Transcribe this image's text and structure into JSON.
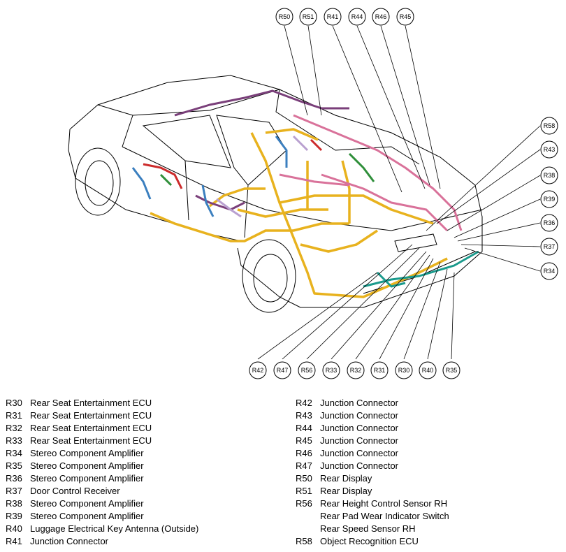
{
  "callouts": {
    "top": [
      "R50",
      "R51",
      "R41",
      "R44",
      "R46",
      "R45"
    ],
    "right": [
      "R58",
      "R43",
      "R38",
      "R39",
      "R36",
      "R37",
      "R34"
    ],
    "bottom": [
      "R42",
      "R47",
      "R56",
      "R33",
      "R32",
      "R31",
      "R30",
      "R40",
      "R35"
    ]
  },
  "legend": {
    "left": [
      {
        "code": "R30",
        "desc": "Rear Seat Entertainment ECU"
      },
      {
        "code": "R31",
        "desc": "Rear Seat Entertainment ECU"
      },
      {
        "code": "R32",
        "desc": "Rear Seat Entertainment ECU"
      },
      {
        "code": "R33",
        "desc": "Rear Seat Entertainment ECU"
      },
      {
        "code": "R34",
        "desc": "Stereo Component Amplifier"
      },
      {
        "code": "R35",
        "desc": "Stereo Component Amplifier"
      },
      {
        "code": "R36",
        "desc": "Stereo Component Amplifier"
      },
      {
        "code": "R37",
        "desc": "Door Control Receiver"
      },
      {
        "code": "R38",
        "desc": "Stereo Component Amplifier"
      },
      {
        "code": "R39",
        "desc": "Stereo Component Amplifier"
      },
      {
        "code": "R40",
        "desc": "Luggage Electrical Key Antenna (Outside)"
      },
      {
        "code": "R41",
        "desc": "Junction Connector"
      }
    ],
    "right": [
      {
        "code": "R42",
        "desc": "Junction Connector"
      },
      {
        "code": "R43",
        "desc": "Junction Connector"
      },
      {
        "code": "R44",
        "desc": "Junction Connector"
      },
      {
        "code": "R45",
        "desc": "Junction Connector"
      },
      {
        "code": "R46",
        "desc": "Junction Connector"
      },
      {
        "code": "R47",
        "desc": "Junction Connector"
      },
      {
        "code": "R50",
        "desc": "Rear Display"
      },
      {
        "code": "R51",
        "desc": "Rear Display"
      },
      {
        "code": "R56",
        "desc": "Rear Height Control Sensor RH"
      },
      {
        "code": "",
        "desc": "Rear Pad Wear Indicator Switch"
      },
      {
        "code": "",
        "desc": "Rear Speed Sensor RH"
      },
      {
        "code": "R58",
        "desc": "Object Recognition ECU"
      }
    ]
  },
  "colors": {
    "outline": "#000000",
    "harness_yellow": "#e8b21e",
    "harness_pink": "#d9729a",
    "harness_purple": "#7a3f7a",
    "harness_teal": "#1a9a8c",
    "harness_blue": "#3b7fbf",
    "harness_red": "#cc2b2b",
    "harness_green": "#2f8f3a",
    "harness_lavender": "#b9a0d0"
  }
}
